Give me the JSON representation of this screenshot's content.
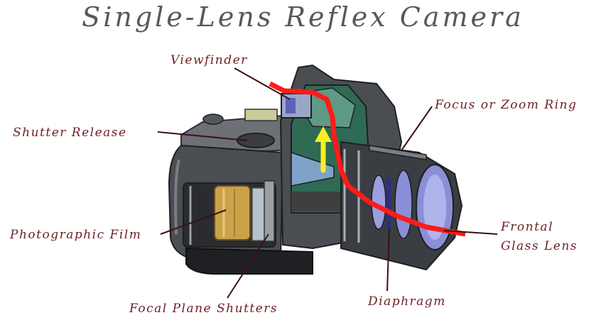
{
  "title": "Single-Lens Reflex Camera",
  "labels": {
    "viewfinder": "Viewfinder",
    "shutter_release": "Shutter Release",
    "focus_zoom_ring": "Focus or Zoom Ring",
    "photographic_film": "Photographic Film",
    "frontal_glass_lens_line1": "Frontal",
    "frontal_glass_lens_line2": "Glass Lens",
    "focal_plane_shutters": "Focal Plane Shutters",
    "diaphragm": "Diaphragm"
  },
  "colors": {
    "label_text": "#6b1f24",
    "title_text": "#55595f",
    "light_path": "#ff1a1a",
    "viewfinder_arrow": "#ffee22",
    "camera_body": "#4a4d52",
    "lens_glass": "#8a8fd8",
    "film": "#c9a24a"
  }
}
